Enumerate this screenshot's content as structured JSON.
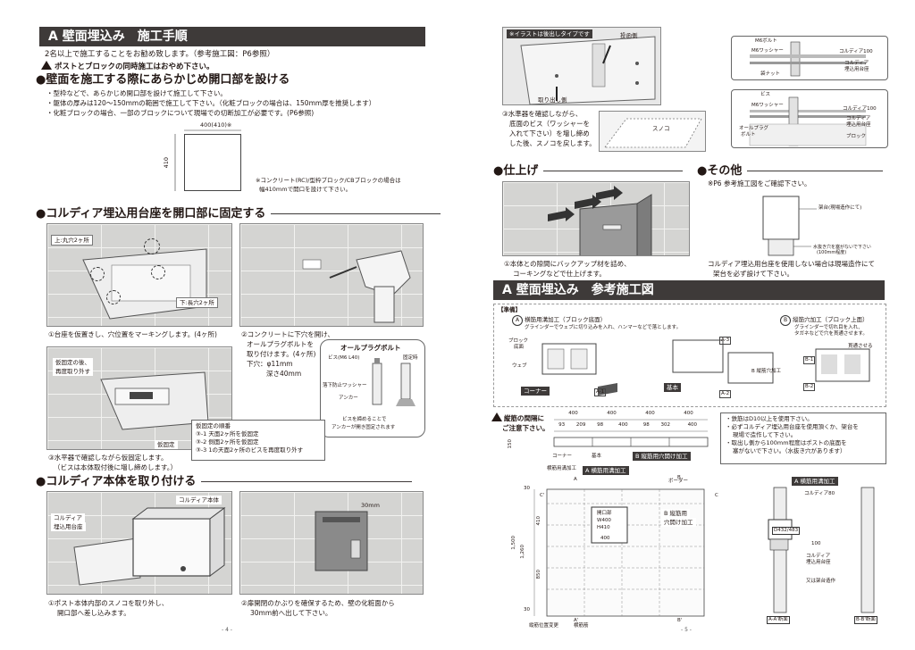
{
  "left": {
    "title": "A 壁面埋込み　施工手順",
    "intro1": "2名以上で施工することをお勧め致します。（参考施工図：P6参照）",
    "intro2": "ポストとブロックの同時施工はおやめ下さい。",
    "s1": {
      "heading": "●壁面を施工する際にあらかじめ開口部を設ける",
      "b1": "・型枠などで、あらかじめ開口部を設けて施工して下さい。",
      "b2": "・躯体の厚みは120～150mmの範囲で施工して下さい。（化粧ブロックの場合は、150mm厚を推奨します）",
      "b3": "・化粧ブロックの場合、一部のブロックについて現場での切断加工が必要です。(P6参照)",
      "dim_w": "400(410)※",
      "dim_h": "410",
      "note1": "※コンクリート(RC)/型枠ブロック/CBブロックの場合は",
      "note2": "幅410mmで開口を設けて下さい。"
    },
    "s2": {
      "heading": "●コルディア埋込用台座を開口部に固定する",
      "label_top": "上:丸穴2ヶ所",
      "label_bottom": "下:長穴2ヶ所",
      "cap1": "①台座を仮置きし、穴位置をマーキングします。(4ヶ所)",
      "cap2_1": "②コンクリートに下穴を開け、",
      "cap2_2": "オールプラグボルトを",
      "cap2_3": "取り付けます。(4ヶ所)",
      "cap2_4": "下穴：φ11mm",
      "cap2_5": "深さ40mm",
      "bolt_title": "オールプラグボルト",
      "bolt_screw": "ビス(M6 L40)",
      "bolt_washer": "落下防止ワッシャー",
      "bolt_anchor": "アンカー",
      "bolt_fixed": "固定時",
      "bolt_note1": "ビスを締めることで",
      "bolt_note2": "アンカーが開き固定されます",
      "label_temp1": "仮固定の後、",
      "label_temp2": "再度取り外す",
      "label_fix": "仮固定",
      "order_title": "仮固定の順番",
      "order1": "③-1 天面2ヶ所を仮固定",
      "order2": "③-2 側面2ヶ所を仮固定",
      "order3": "③-3 1の天面2ヶ所のビスを再度取り外す",
      "cap3_1": "③水平器で確認しながら仮固定します。",
      "cap3_2": "（ビスは本体取付後に増し締めします。）"
    },
    "s3": {
      "heading": "●コルディア本体を取り付ける",
      "label_body": "コルディア本体",
      "label_base1": "コルディア",
      "label_base2": "埋込用台座",
      "label_30": "30mm",
      "cap1_1": "①ポスト本体内部のスノコを取り外し、",
      "cap1_2": "開口部へ差し込みます。",
      "cap2_1": "②扉開閉のかぶりを確保するため、壁の化粧面から",
      "cap2_2": "30mm前へ出して下さい。"
    },
    "page_no": "- 4 -"
  },
  "right": {
    "top": {
      "illust_note": "※イラストは後出しタイプです",
      "label_front": "投函側",
      "label_back": "取り出し側",
      "cap1": "③水準器を確認しながら、",
      "cap2": "底面のビス（ワッシャーを",
      "cap3": "入れて下さい）を増し締め",
      "cap4": "した後、スノコを戻します。",
      "label_sunoko": "スノコ",
      "d1_bolt": "M6ボルト",
      "d1_washer": "M6ワッシャー",
      "d1_nut": "袋ナット",
      "d1_cordia1": "コルディア100",
      "d1_cordia2a": "コルディア",
      "d1_cordia2b": "埋込用台座",
      "d2_screw": "ビス",
      "d2_washer": "M6ワッシャー",
      "d2_cordia1": "コルディア100",
      "d2_cordia2a": "コルディア",
      "d2_cordia2b": "埋込用台座",
      "d2_plug1": "オールプラグ",
      "d2_plug2": "ボルト",
      "d2_block": "ブロック"
    },
    "finish": {
      "heading": "●仕上げ",
      "cap1": "①本体との隙間にバックアップ材を詰め、",
      "cap2": "コーキングなどで仕上げます。"
    },
    "other": {
      "heading": "●その他",
      "ref": "※P6 参考施工図をご確認下さい。",
      "label_stand": "架台(現場造作にて)",
      "label_drain1": "水抜き穴を塞がないで下さい",
      "label_drain2": "(100mm程度)",
      "note1": "コルディア埋込用台座を使用しない場合は現場造作にて",
      "note2": "架台を必ず設けて下さい。"
    },
    "ref": {
      "title": "A 壁面埋込み　参考施工図",
      "prep": "【準備】",
      "a_title": "横筋用溝加工（ブロック底面）",
      "a_desc": "グラインダーでウェブに切り込みを入れ、ハンマーなどで落とします。",
      "a_mark": "A",
      "b_title": "縦筋穴加工（ブロック上面）",
      "b_desc1": "グラインダーで切れ目を入れ、",
      "b_desc2": "タガネなどで穴を貫通させます。",
      "b_mark": "B",
      "label_block1": "ブロック",
      "label_block2": "底面",
      "label_web": "ウェブ",
      "label_corner": "コーナー",
      "label_basic": "基本",
      "label_a1": "A-1",
      "label_a2": "A-2",
      "label_a3": "A-3",
      "label_b": "B 縦筋穴加工",
      "label_b1": "B-1",
      "label_b2": "B-2",
      "label_through": "貫通させる",
      "warn1": "縦筋の間隔に",
      "warn2": "ご注意下さい。",
      "dims_top": [
        "400",
        "400",
        "400",
        "400"
      ],
      "dims_bot": [
        "93",
        "209",
        "98",
        "400",
        "98",
        "302",
        "400"
      ],
      "dim_150": "150",
      "lbl_corner": "コーナー",
      "lbl_basic": "基本",
      "lbl_bmachining": "B 縦筋用穴開け加工",
      "notes1": "・鉄筋はD10以上を使用下さい。",
      "notes2": "・必ずコルディア埋込用台座を使用頂くか、架台を",
      "notes3": "現場で造作して下さい。",
      "notes4": "・取出し側から100mm程度はポストの底面を",
      "notes5": "塞がないで下さい。（水抜き穴があります）",
      "lbl_horizontal": "横筋用溝加工",
      "lbl_ahoriz": "A 横筋用溝加工",
      "lbl_border": "ボーダー",
      "lbl_opening1": "開口部",
      "lbl_opening2": "W400",
      "lbl_opening3": "H410",
      "lbl_400": "400",
      "lbl_bvert1": "B 縦筋用",
      "lbl_bvert2": "穴開け加工",
      "dims_left": [
        "1,500",
        "1,260",
        "410",
        "850",
        "30",
        "30"
      ],
      "lbl_a": "A",
      "lbl_b_": "B",
      "lbl_c": "C",
      "lbl_a_": "A'",
      "lbl_b__": "B'",
      "lbl_c_": "C'",
      "lbl_vert_change": "縦筋位置変更",
      "lbl_horiz": "横筋筋",
      "sec_ahoriz": "A 横筋用溝加工",
      "sec_cordia80": "コルディア80",
      "sec_d": "D432/483",
      "sec_100": "100",
      "sec_base1": "コルディア",
      "sec_base2": "埋込用台座",
      "sec_stand": "又は架台造作",
      "sec_aa": "A-A'断面",
      "sec_bb": "B-B'断面"
    },
    "page_no": "- 5 -"
  }
}
